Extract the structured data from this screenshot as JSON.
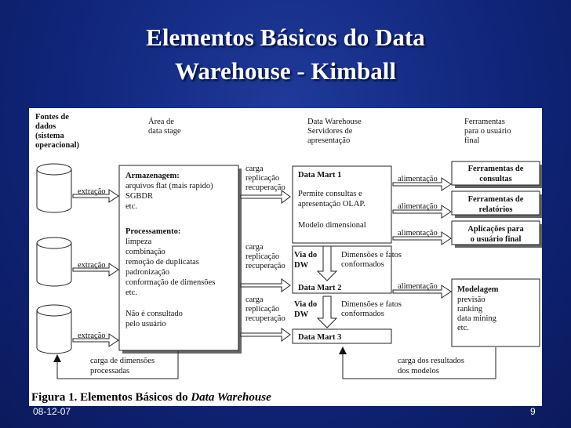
{
  "title": {
    "line1": "Elementos Básicos do Data",
    "line2": "Warehouse - Kimball"
  },
  "diagram": {
    "headers": {
      "fontes": [
        "Fontes de",
        "dados",
        "(sistema",
        "operacional)"
      ],
      "area": [
        "Área de",
        "data stage"
      ],
      "dw": [
        "Data Warehouse",
        "Servidores de",
        "apresentação"
      ],
      "ferramentas": [
        "Ferramentas",
        "para o usuário",
        "final"
      ]
    },
    "extracao": "extração",
    "staging": {
      "armazenagem_title": "Armazenagem:",
      "armazenagem_lines": [
        "arquivos flat (mais rapido)",
        "SGBDR",
        "etc."
      ],
      "processamento_title": "Processamento:",
      "processamento_lines": [
        "limpeza",
        "combinação",
        "remoção de duplicatas",
        "padronização",
        "conformação de dimensões",
        "etc."
      ],
      "nao_consultado": [
        "Não é consultado",
        "pelo usuário"
      ]
    },
    "carga_labels": [
      "carga",
      "replicação",
      "recuperação"
    ],
    "data_mart_1": {
      "title": "Data Mart 1",
      "lines": [
        "Permite consultas e",
        "apresentação OLAP.",
        "",
        "Modelo dimensional"
      ]
    },
    "data_mart_2": "Data Mart 2",
    "data_mart_3": "Data Mart 3",
    "via_do_dw": [
      "Via do",
      "DW"
    ],
    "dimensoes": [
      "Dimensões e fatos",
      "conformados"
    ],
    "alimentacao": "alimentação",
    "tools": {
      "consultas": [
        "Ferramentas de",
        "consultas"
      ],
      "relatorios": [
        "Ferramentas de",
        "relatórios"
      ],
      "aplicacoes": [
        "Aplicações para",
        "o usuário final"
      ],
      "modelagem_title": "Modelagem",
      "modelagem_lines": [
        "previsão",
        "ranking",
        "data mining",
        "etc."
      ]
    },
    "carga_dimensoes": [
      "carga de dimensões",
      "processadas"
    ],
    "carga_resultados": [
      "carga dos resultados",
      "dos modelos"
    ],
    "caption_prefix": "Figura 1. Elementos Básicos do ",
    "caption_italic": "Data Warehouse"
  },
  "footer": {
    "date": "08-12-07",
    "page": "9"
  }
}
